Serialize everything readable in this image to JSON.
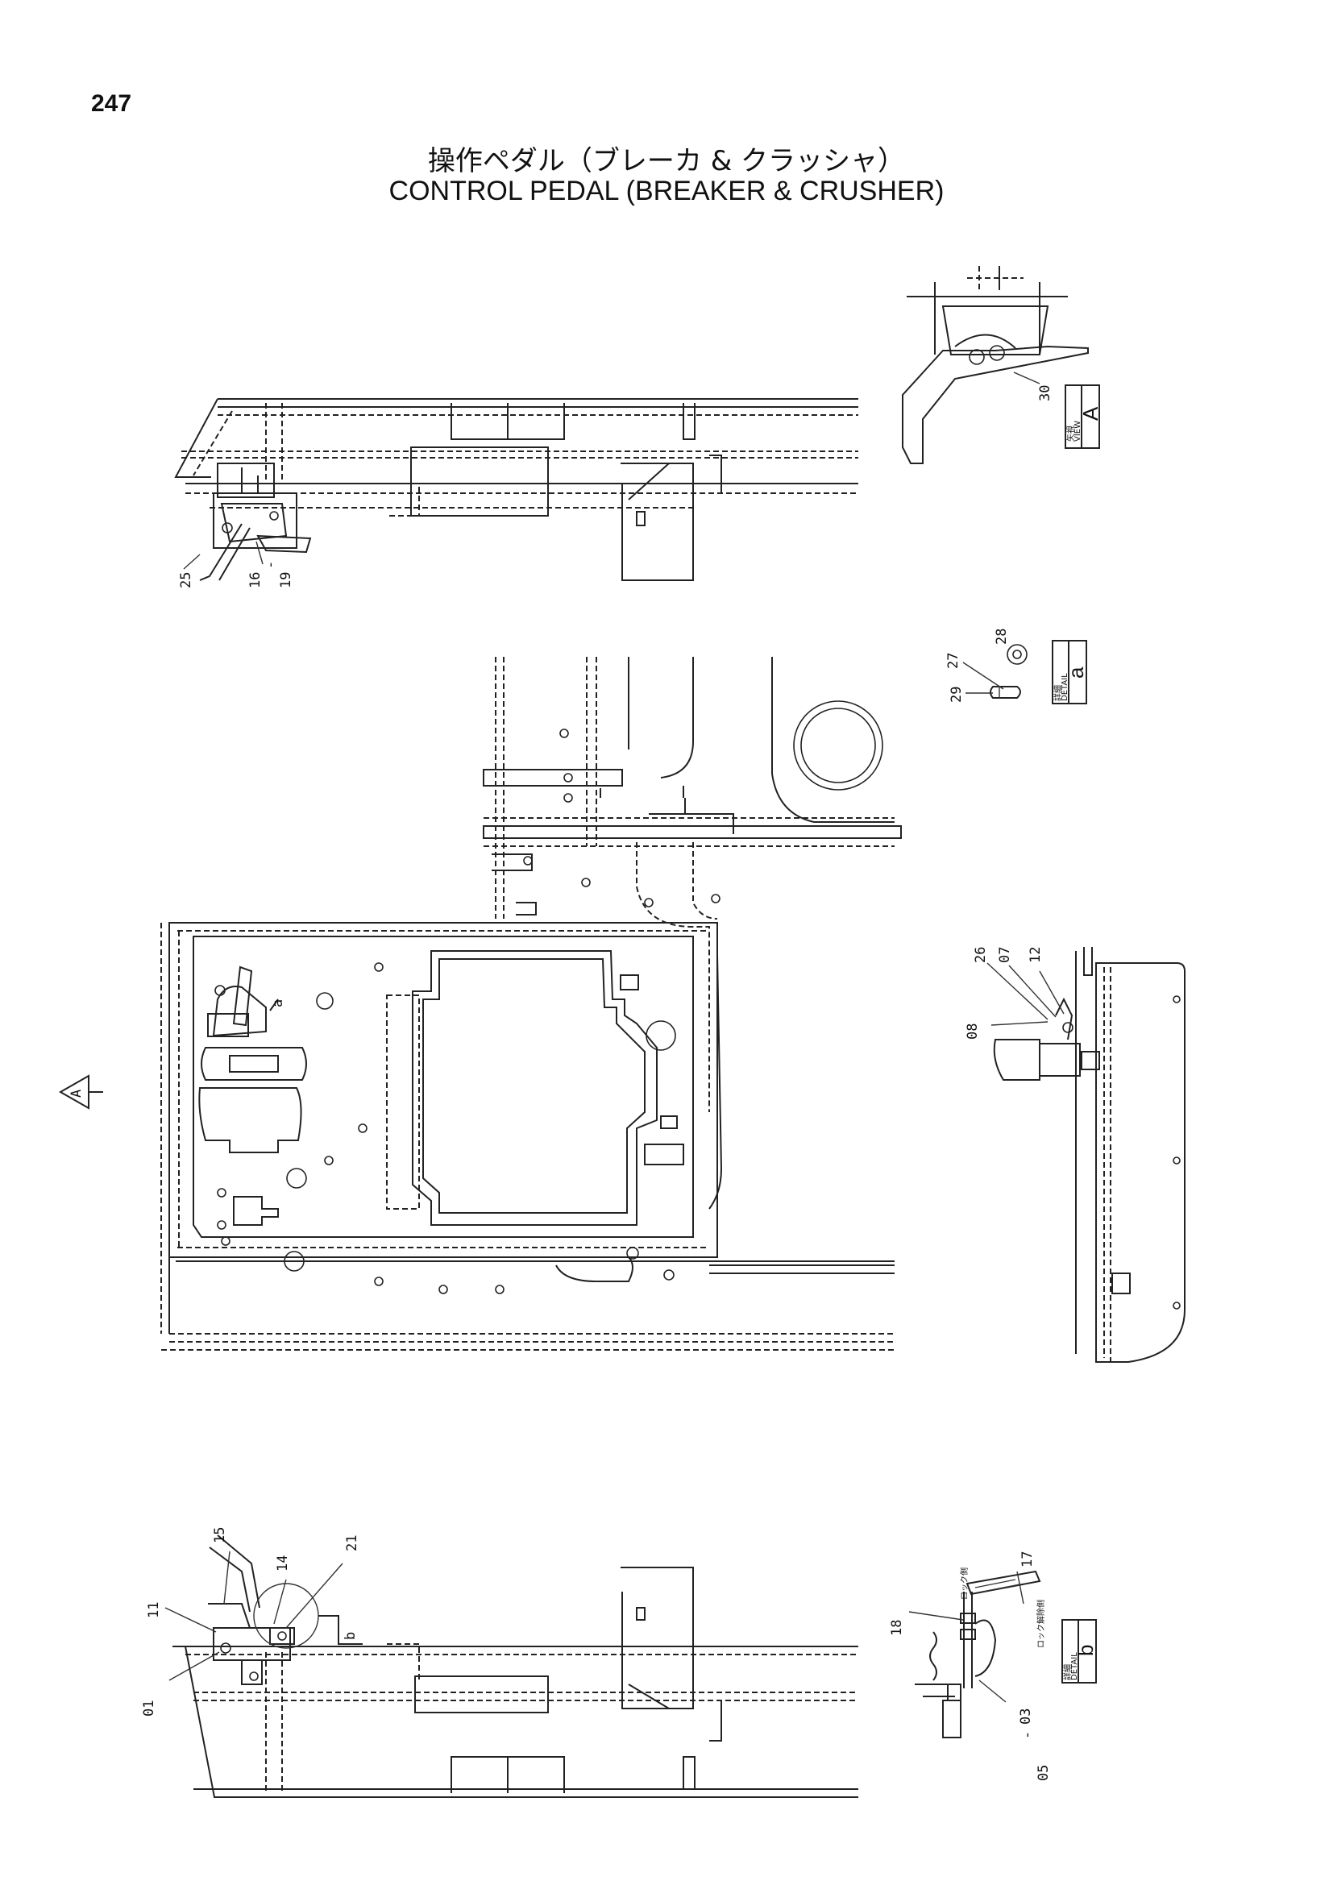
{
  "page": {
    "number": "247",
    "title_jp": "操作ペダル（ブレーカ & クラッシャ）",
    "title_en": "CONTROL  PEDAL  (BREAKER & CRUSHER)"
  },
  "views": {
    "view_a": {
      "letter": "A",
      "caption_jp": "矢視",
      "caption_en": "VIEW"
    },
    "detail_a": {
      "letter": "a",
      "caption_jp": "詳細",
      "caption_en": "DETAIL"
    },
    "detail_b": {
      "letter": "b",
      "caption_jp": "詳細",
      "caption_en": "DETAIL"
    },
    "arrow_a": {
      "letter": "A"
    }
  },
  "top_view": {
    "callouts": [
      "25",
      "16",
      "19"
    ]
  },
  "view_a_callouts": [
    "30"
  ],
  "detail_a_callouts": [
    "28",
    "27",
    "29"
  ],
  "side_view_callouts": [
    "26",
    "07",
    "12",
    "08"
  ],
  "bottom_view": {
    "callouts": [
      "11",
      "15",
      "14",
      "21",
      "01"
    ],
    "detail_marker": "b"
  },
  "detail_b_callouts": [
    "18",
    "17",
    "03",
    "05"
  ],
  "detail_b_notes": [
    "ロック側",
    "ロック解除側"
  ],
  "colors": {
    "ink": "#222222",
    "paper": "#ffffff"
  }
}
